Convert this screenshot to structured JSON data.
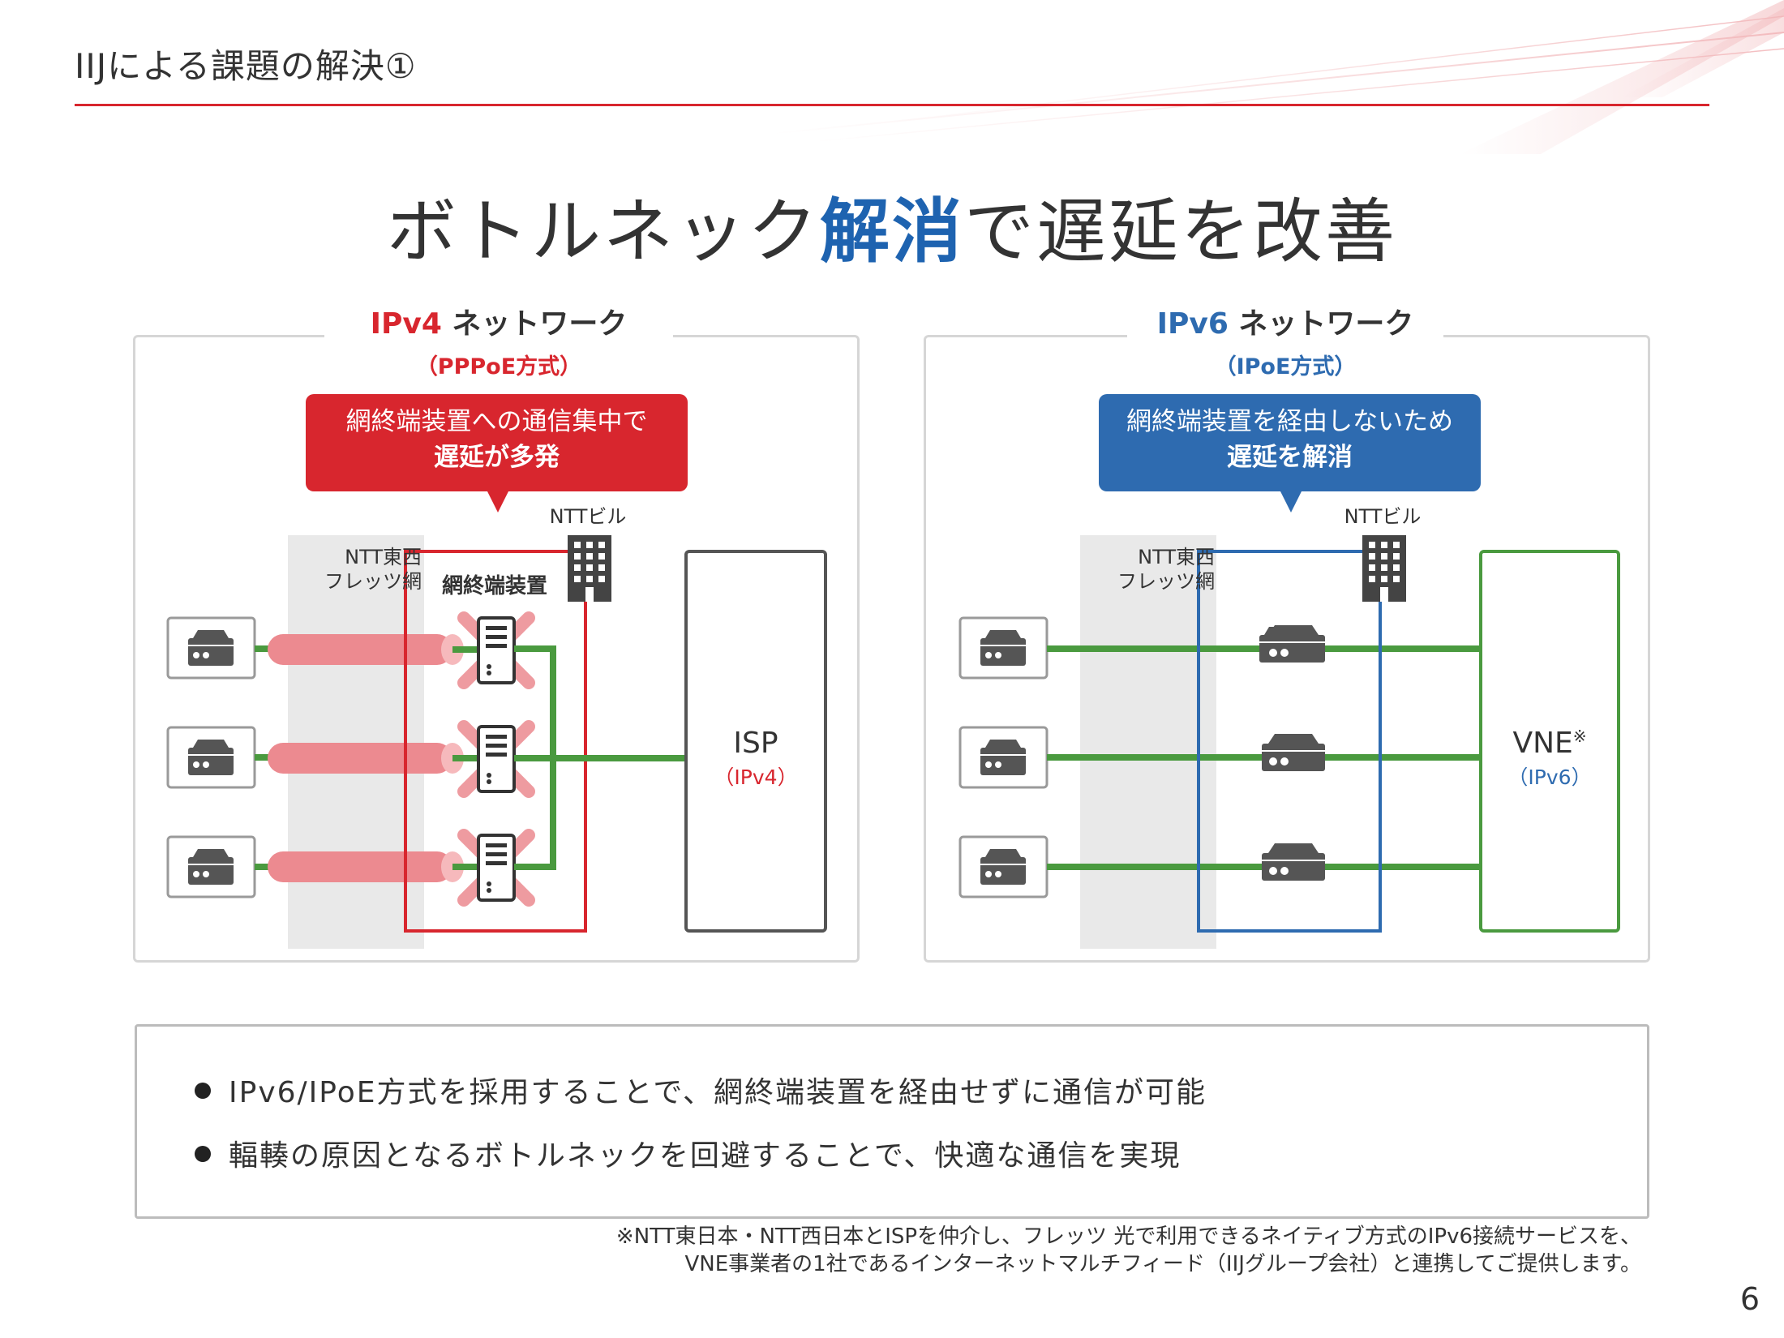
{
  "header": {
    "title": "IIJによる課題の解決①"
  },
  "main_title": {
    "before": "ボトルネック",
    "highlight": "解消",
    "after": "で遅延を改善"
  },
  "ipv4_panel": {
    "title_prefix": "IPv4",
    "title_rest": " ネットワーク",
    "subtitle": "（PPPoE方式）",
    "callout_line1": "網終端装置への通信集中で",
    "callout_line2": "遅延が多発",
    "ntt_building": "NTTビル",
    "flets_line1": "NTT東西",
    "flets_line2": "フレッツ網",
    "device_label": "網終端装置",
    "provider_name": "ISP",
    "provider_sub": "（IPv4）",
    "accent_color": "#d8262e"
  },
  "ipv6_panel": {
    "title_prefix": "IPv6",
    "title_rest": " ネットワーク",
    "subtitle": "（IPoE方式）",
    "callout_line1": "網終端装置を経由しないため",
    "callout_line2": "遅延を解消",
    "ntt_building": "NTTビル",
    "flets_line1": "NTT東西",
    "flets_line2": "フレッツ網",
    "provider_name": "VNE",
    "provider_mark": "※",
    "provider_sub": "（IPv6）",
    "accent_color": "#2e6bb0"
  },
  "summary": {
    "bullets": [
      "IPv6/IPoE方式を採用することで、網終端装置を経由せずに通信が可能",
      "輻輳の原因となるボトルネックを回避することで、快適な通信を実現"
    ]
  },
  "footnote": {
    "line1": "※NTT東日本・NTT西日本とISPを仲介し、フレッツ 光で利用できるネイティブ方式のIPv6接続サービスを、",
    "line2": "VNE事業者の1社であるインターネットマルチフィード（IIJグループ会社）と連携してご提供します。"
  },
  "page_number": "6",
  "colors": {
    "red": "#d8262e",
    "blue": "#2e6bb0",
    "green": "#4a9a3f",
    "pipe": "#ec8a90"
  },
  "icons": [
    "router-icon",
    "server-icon",
    "building-icon",
    "x-mark-icon",
    "bullet-dot-icon"
  ]
}
